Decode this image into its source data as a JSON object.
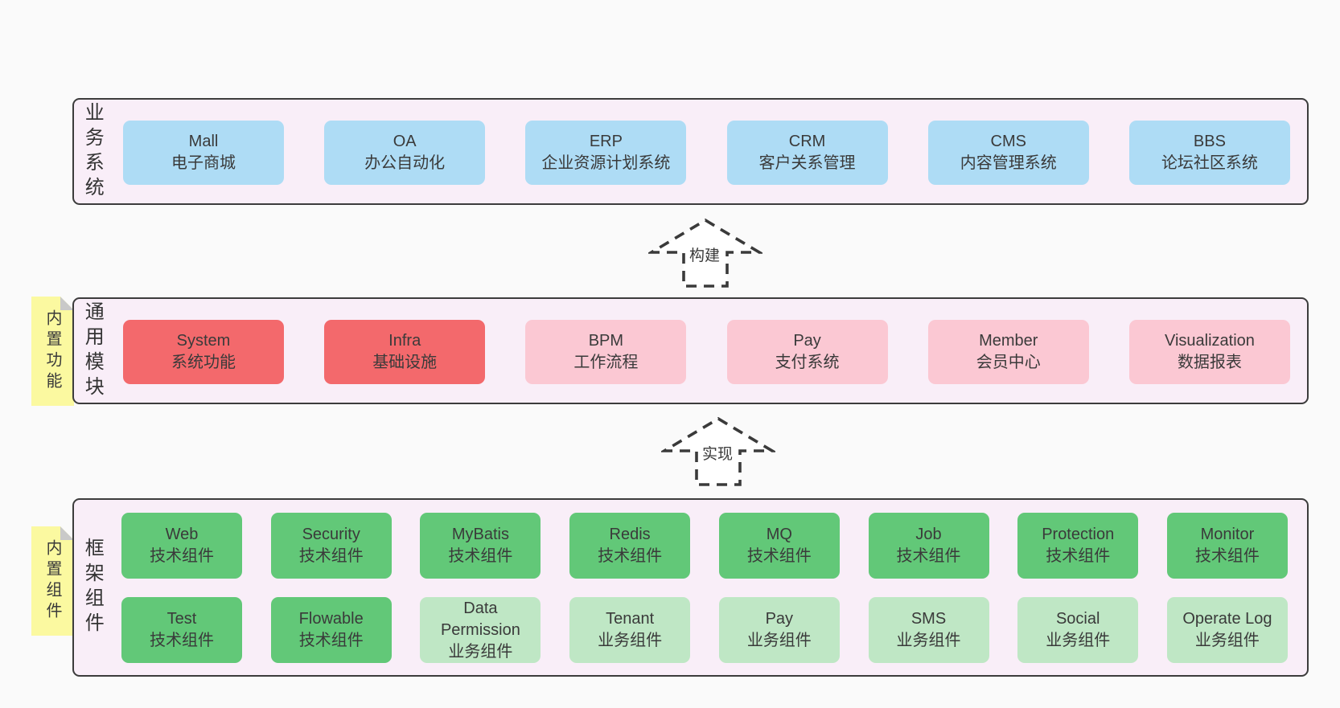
{
  "colors": {
    "page_bg": "#fafafa",
    "panel_bg": "#f9eef8",
    "panel_border": "#3c3c3c",
    "business_box": "#aedcf5",
    "core_module_box": "#f3696c",
    "optional_module_box": "#fbc8d3",
    "tech_component_box": "#62c878",
    "biz_component_box": "#bfe7c5",
    "sticky_note": "#fbf9a0",
    "note_fold": "#c9c9c9",
    "text": "#3a3a3a"
  },
  "arrows": {
    "build": "构建",
    "implement": "实现"
  },
  "sections": {
    "business": {
      "label": "业务系统",
      "items": [
        {
          "name": "Mall",
          "desc": "电子商城"
        },
        {
          "name": "OA",
          "desc": "办公自动化"
        },
        {
          "name": "ERP",
          "desc": "企业资源计划系统"
        },
        {
          "name": "CRM",
          "desc": "客户关系管理"
        },
        {
          "name": "CMS",
          "desc": "内容管理系统"
        },
        {
          "name": "BBS",
          "desc": "论坛社区系统"
        }
      ]
    },
    "modules": {
      "label": "通用模块",
      "note": "内置功能",
      "items": [
        {
          "name": "System",
          "desc": "系统功能",
          "variant": "red"
        },
        {
          "name": "Infra",
          "desc": "基础设施",
          "variant": "red"
        },
        {
          "name": "BPM",
          "desc": "工作流程",
          "variant": "pink"
        },
        {
          "name": "Pay",
          "desc": "支付系统",
          "variant": "pink"
        },
        {
          "name": "Member",
          "desc": "会员中心",
          "variant": "pink"
        },
        {
          "name": "Visualization",
          "desc": "数据报表",
          "variant": "pink"
        }
      ]
    },
    "framework": {
      "label": "框架组件",
      "note": "内置组件",
      "row1": [
        {
          "name": "Web",
          "desc": "技术组件",
          "variant": "green-dark"
        },
        {
          "name": "Security",
          "desc": "技术组件",
          "variant": "green-dark"
        },
        {
          "name": "MyBatis",
          "desc": "技术组件",
          "variant": "green-dark"
        },
        {
          "name": "Redis",
          "desc": "技术组件",
          "variant": "green-dark"
        },
        {
          "name": "MQ",
          "desc": "技术组件",
          "variant": "green-dark"
        },
        {
          "name": "Job",
          "desc": "技术组件",
          "variant": "green-dark"
        },
        {
          "name": "Protection",
          "desc": "技术组件",
          "variant": "green-dark"
        },
        {
          "name": "Monitor",
          "desc": "技术组件",
          "variant": "green-dark"
        }
      ],
      "row2": [
        {
          "name": "Test",
          "desc": "技术组件",
          "variant": "green-dark"
        },
        {
          "name": "Flowable",
          "desc": "技术组件",
          "variant": "green-dark"
        },
        {
          "name": "Data Permission",
          "desc": "业务组件",
          "variant": "green-light"
        },
        {
          "name": "Tenant",
          "desc": "业务组件",
          "variant": "green-light"
        },
        {
          "name": "Pay",
          "desc": "业务组件",
          "variant": "green-light"
        },
        {
          "name": "SMS",
          "desc": "业务组件",
          "variant": "green-light"
        },
        {
          "name": "Social",
          "desc": "业务组件",
          "variant": "green-light"
        },
        {
          "name": "Operate Log",
          "desc": "业务组件",
          "variant": "green-light"
        }
      ]
    }
  }
}
